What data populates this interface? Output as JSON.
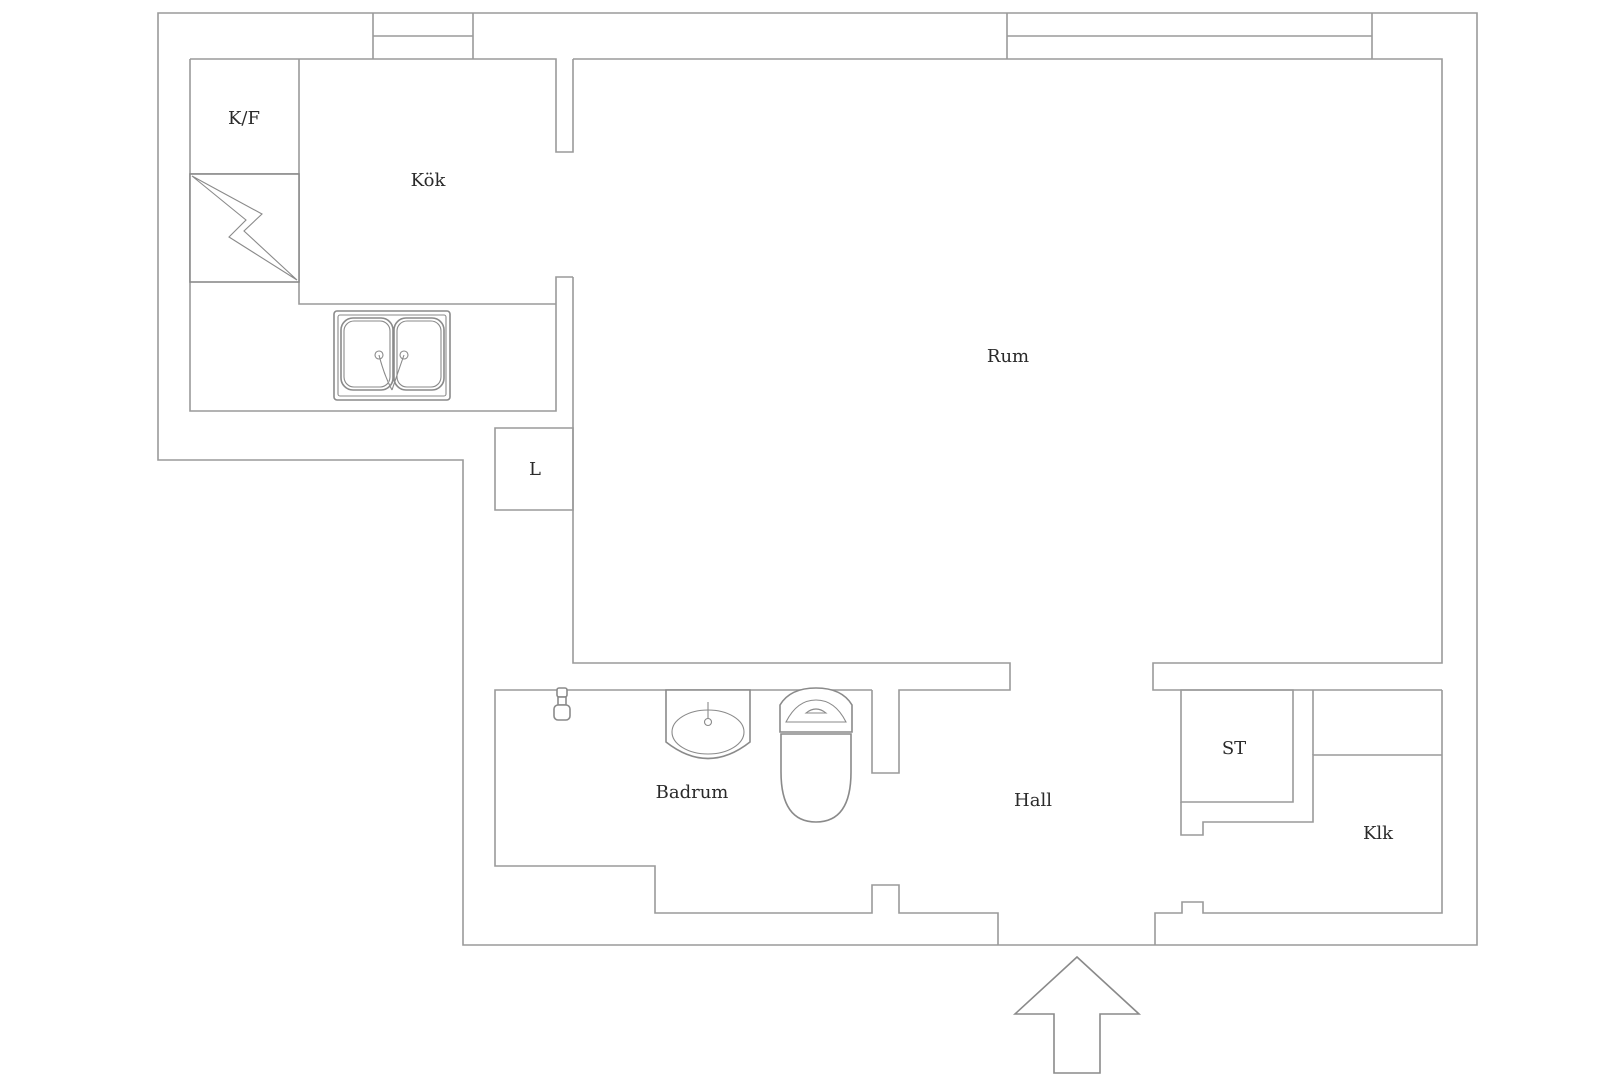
{
  "rooms": {
    "kf": "K/F",
    "kok": "Kök",
    "rum": "Rum",
    "l": "L",
    "badrum": "Badrum",
    "hall": "Hall",
    "st": "ST",
    "klk": "Klk"
  },
  "colors": {
    "wall": "#9a9a9a",
    "fixture": "#8a8a8a",
    "text": "#2a2a2a",
    "background": "#ffffff"
  },
  "icons": [
    "stove-icon",
    "sink-icon",
    "washbasin-icon",
    "toilet-icon",
    "faucet-icon",
    "entrance-arrow-icon"
  ]
}
